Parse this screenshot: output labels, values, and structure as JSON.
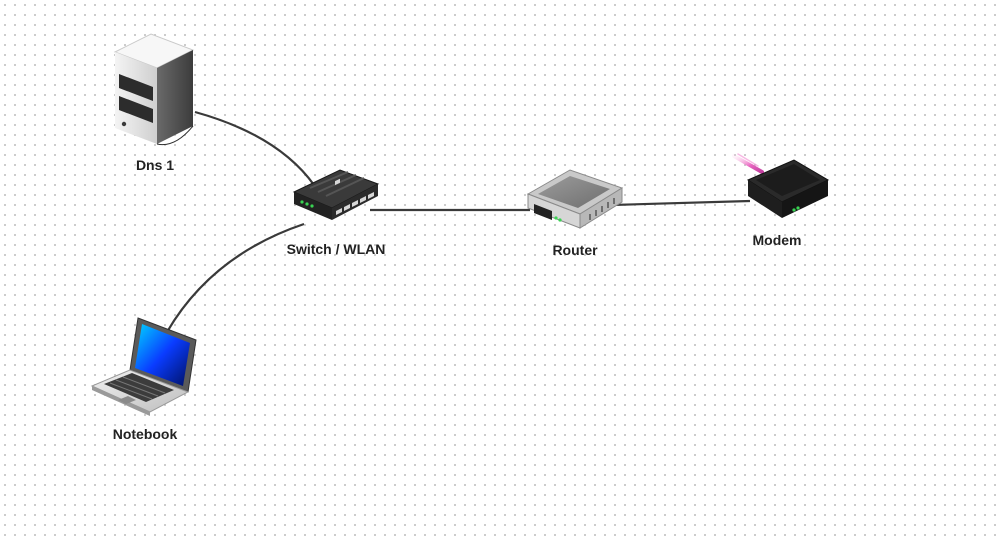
{
  "diagram": {
    "nodes": [
      {
        "id": "dns1",
        "label": "Dns 1",
        "icon": "server-icon"
      },
      {
        "id": "switch",
        "label": "Switch / WLAN",
        "icon": "network-switch-icon"
      },
      {
        "id": "router",
        "label": "Router",
        "icon": "router-icon"
      },
      {
        "id": "modem",
        "label": "Modem",
        "icon": "modem-icon"
      },
      {
        "id": "notebook",
        "label": "Notebook",
        "icon": "laptop-icon"
      }
    ],
    "connections": [
      {
        "from": "dns1",
        "to": "switch"
      },
      {
        "from": "switch",
        "to": "router"
      },
      {
        "from": "router",
        "to": "modem"
      },
      {
        "from": "switch",
        "to": "notebook"
      }
    ],
    "colors": {
      "edge": "#3a3a3a",
      "label": "#222222",
      "grid_dot": "#c4c4c4",
      "led": "#39d353"
    }
  }
}
